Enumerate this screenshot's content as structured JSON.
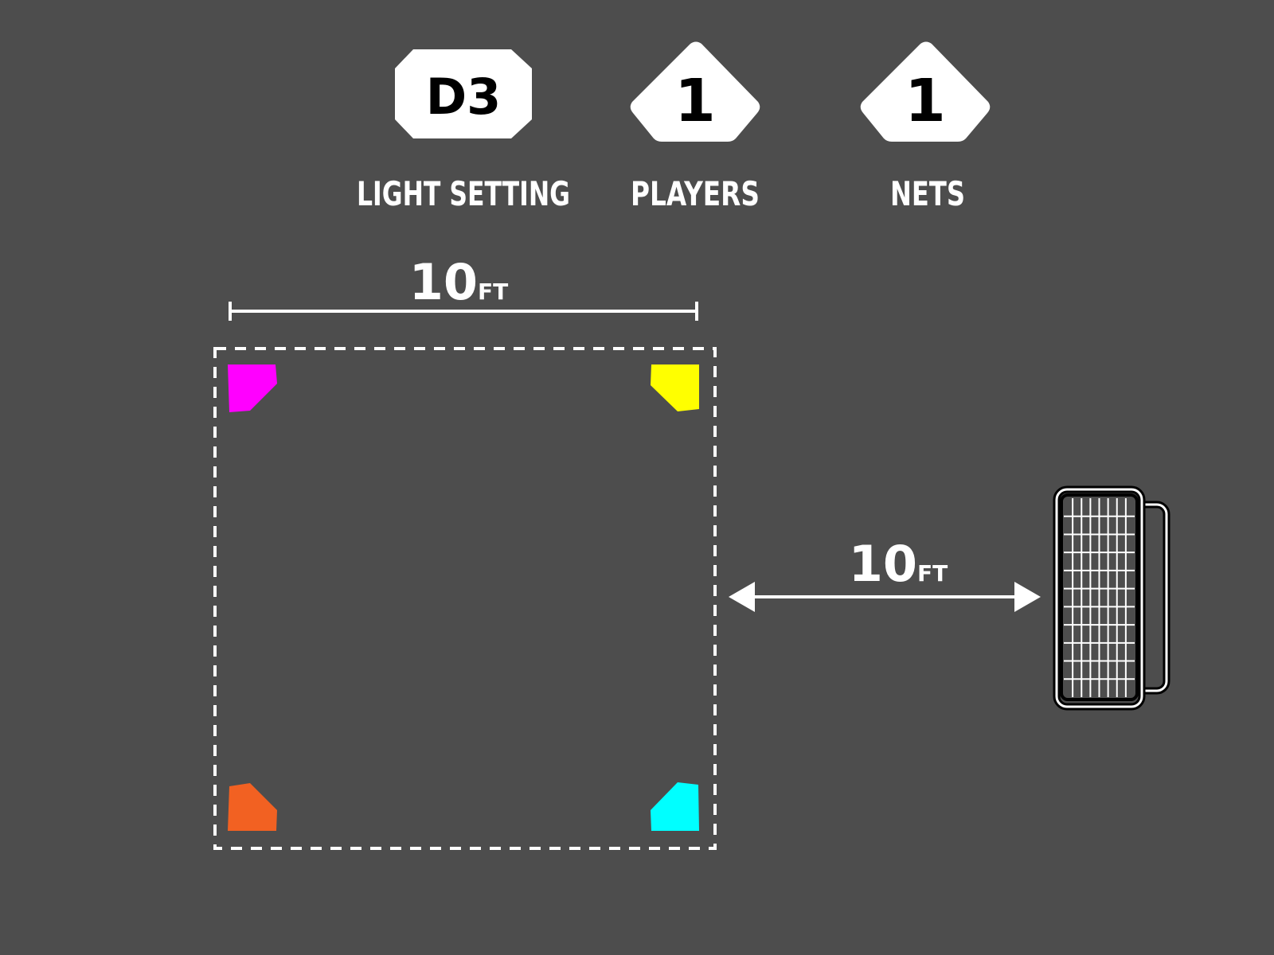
{
  "stats": [
    {
      "value": "D3",
      "label": "LIGHT SETTING",
      "shape": "octagon"
    },
    {
      "value": "1",
      "label": "PLAYERS",
      "shape": "pentagon"
    },
    {
      "value": "1",
      "label": "NETS",
      "shape": "pentagon"
    }
  ],
  "dimensions": {
    "width": {
      "value": "10",
      "unit": "FT"
    },
    "distance_to_net": {
      "value": "10",
      "unit": "FT"
    }
  },
  "pads": [
    {
      "position": "top-left",
      "color": "#ff00ff"
    },
    {
      "position": "top-right",
      "color": "#ffff00"
    },
    {
      "position": "bottom-left",
      "color": "#f26122"
    },
    {
      "position": "bottom-right",
      "color": "#00ffff"
    }
  ],
  "colors": {
    "background": "#4d4d4d",
    "foreground": "#ffffff",
    "badge_text": "#000000"
  },
  "icons": {
    "net": "soccer-net-icon",
    "arrow": "double-arrow-icon"
  }
}
